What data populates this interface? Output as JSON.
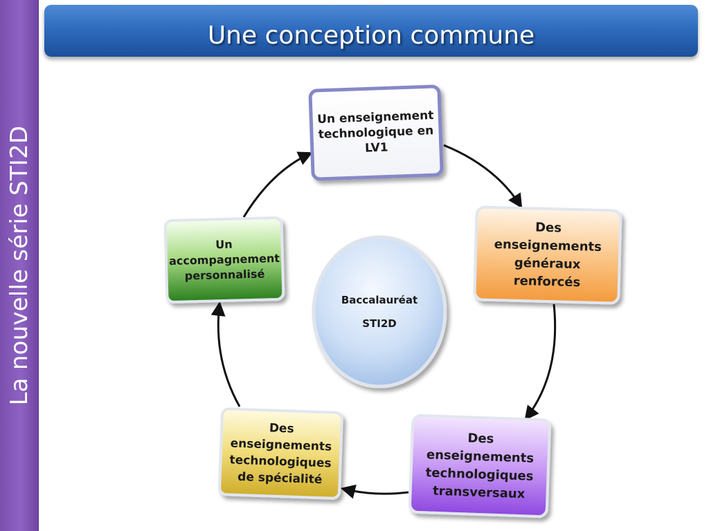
{
  "sidebar": {
    "label": "La nouvelle série STI2D"
  },
  "header": {
    "title": "Une conception commune"
  },
  "center": {
    "line1": "Baccalauréat",
    "line2": "STI2D"
  },
  "nodes": [
    {
      "id": "lv1",
      "lines": [
        "Un enseignement",
        "technologique en",
        "LV1"
      ]
    },
    {
      "id": "generaux",
      "lines": [
        "Des",
        "enseignements",
        "généraux",
        "renforcés"
      ]
    },
    {
      "id": "transversaux",
      "lines": [
        "Des",
        "enseignements",
        "technologiques",
        "transversaux"
      ]
    },
    {
      "id": "specialite",
      "lines": [
        "Des",
        "enseignements",
        "technologiques",
        "de spécialité"
      ]
    },
    {
      "id": "accompagnement",
      "lines": [
        "Un",
        "accompagnement",
        "personnalisé"
      ]
    }
  ],
  "colors": {
    "sidebar": "#8e62c2",
    "header": "#2f6cbf",
    "lv1": "#ffffff",
    "generaux": "#f39a3c",
    "transversaux": "#9b55e6",
    "specialite": "#d7b932",
    "accompagnement": "#2f8f22",
    "center": "#bcd5f3"
  }
}
